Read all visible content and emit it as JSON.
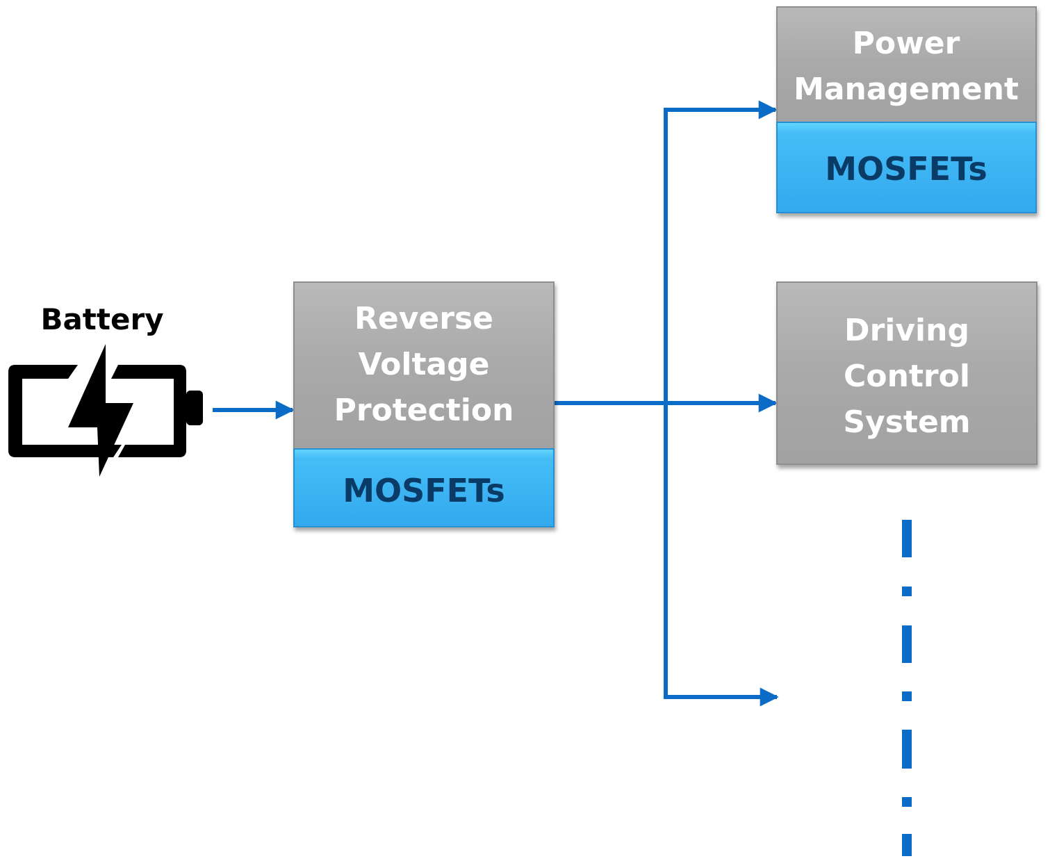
{
  "battery": {
    "label": "Battery",
    "icon": "battery-charging-icon"
  },
  "blocks": {
    "reverse_voltage": {
      "title_lines": [
        "Reverse",
        "Voltage",
        "Protection"
      ],
      "sub_label": "MOSFETs"
    },
    "power_management": {
      "title_lines": [
        "Power",
        "Management"
      ],
      "sub_label": "MOSFETs"
    },
    "driving_control": {
      "title_lines": [
        "Driving",
        "Control",
        "System"
      ]
    }
  },
  "colors": {
    "wire": "#0a6cc6",
    "block_gray": "#a8a8a8",
    "block_blue": "#3cb1f3",
    "title_text": "#ffffff",
    "sub_text": "#0a3a66"
  }
}
